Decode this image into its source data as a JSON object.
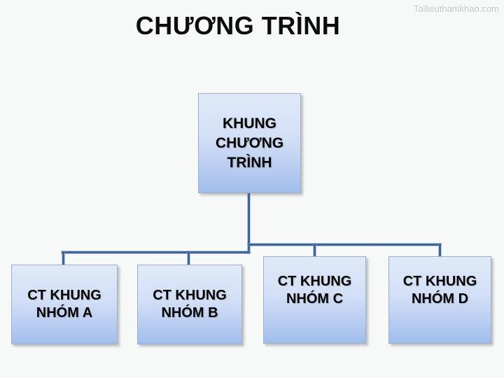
{
  "slide": {
    "title": "CHƯƠNG TRÌNH",
    "watermark": "Tailieuthamkhao.com",
    "background_color": "#f7f8f8"
  },
  "org_chart": {
    "root": {
      "label": "KHUNG\nCHƯƠNG\nTRÌNH"
    },
    "children": [
      {
        "label": "CT KHUNG\nNHÓM A"
      },
      {
        "label": "CT KHUNG\nNHÓM B"
      },
      {
        "label": "CT KHUNG\nNHÓM C"
      },
      {
        "label": "CT KHUNG\nNHÓM D"
      }
    ],
    "colors": {
      "box_fill_top": "#dfe9f9",
      "box_fill_bottom": "#a0beec",
      "box_border": "#9fafcb",
      "connector": "#3f6596",
      "text": "#000000"
    }
  }
}
